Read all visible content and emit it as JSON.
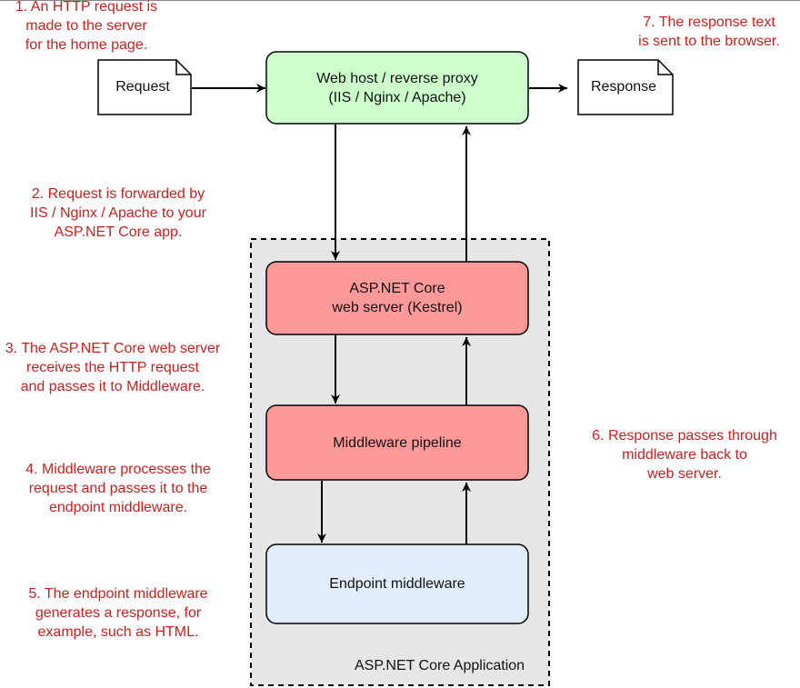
{
  "colors": {
    "annotation": "#cc1f1f",
    "proxy_fill": "#ccffcc",
    "kestrel_fill": "#ff9999",
    "middleware_fill": "#ff9999",
    "endpoint_fill": "#e1edfa",
    "container_fill": "#e6e6e6",
    "stroke": "#000000"
  },
  "nodes": {
    "request": "Request",
    "response": "Response",
    "proxy": "Web host / reverse proxy\n(IIS / Nginx / Apache)",
    "kestrel": "ASP.NET Core\nweb server (Kestrel)",
    "middleware": "Middleware pipeline",
    "endpoint": "Endpoint middleware"
  },
  "container": {
    "label": "ASP.NET Core Application"
  },
  "annotations": {
    "step1": "1. An HTTP request is\nmade to the server\nfor the home page.",
    "step2": "2. Request is forwarded by\nIIS / Nginx / Apache to your\nASP.NET Core app.",
    "step3": "3. The ASP.NET Core web server\nreceives the HTTP request\nand passes it to Middleware.",
    "step4": "4. Middleware processes the\nrequest and passes it to the\nendpoint middleware.",
    "step5": "5. The endpoint middleware\ngenerates a response, for\nexample, such as HTML.",
    "step6": "6. Response passes through\nmiddleware back to\nweb server.",
    "step7": "7. The response text\nis sent to the browser."
  }
}
